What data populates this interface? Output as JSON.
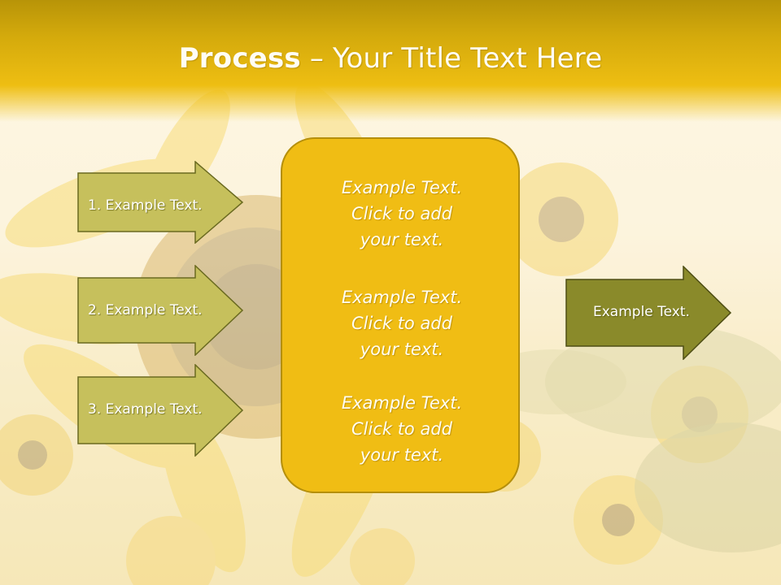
{
  "slide": {
    "title_bold": "Process",
    "title_rest": " – Your Title Text Here",
    "colors": {
      "title_bar": "#d4aa0c",
      "left_arrow_fill": "#c6c05c",
      "left_arrow_border": "#6a6a20",
      "right_arrow_fill": "#8a8a2a",
      "center_box_fill": "#f0bd14",
      "center_box_border": "#b58f0b"
    }
  },
  "left_steps": [
    {
      "label": "1. Example Text."
    },
    {
      "label": "2. Example Text."
    },
    {
      "label": "3. Example Text."
    }
  ],
  "center_blocks": [
    {
      "line1": "Example Text.",
      "line2": "Click  to add",
      "line3": "your text."
    },
    {
      "line1": "Example Text.",
      "line2": "Click  to add",
      "line3": "your text."
    },
    {
      "line1": "Example Text.",
      "line2": "Click  to add",
      "line3": "your text."
    }
  ],
  "right_step": {
    "label": "Example Text."
  }
}
